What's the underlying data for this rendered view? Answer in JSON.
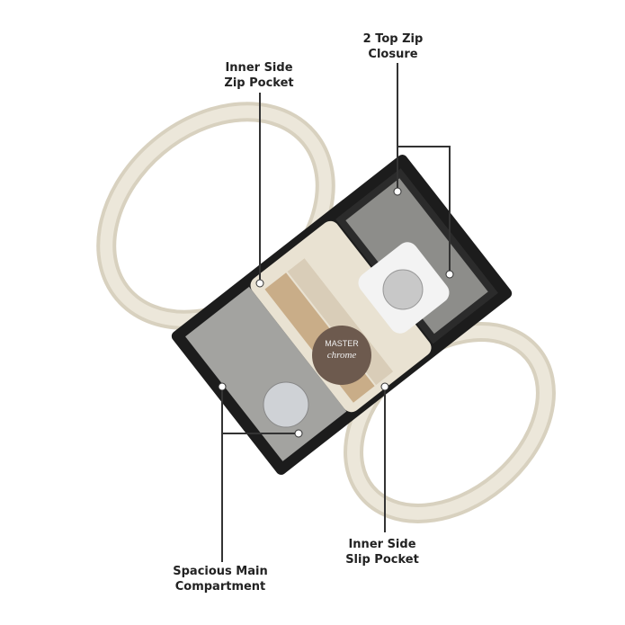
{
  "callouts": {
    "top_zip": {
      "line1": "2 Top Zip",
      "line2": "Closure"
    },
    "inner_zip": {
      "line1": "Inner Side",
      "line2": "Zip Pocket"
    },
    "inner_slip": {
      "line1": "Inner Side",
      "line2": "Slip Pocket"
    },
    "main_compartment": {
      "line1": "Spacious Main",
      "line2": "Compartment"
    }
  },
  "product_text": {
    "compact_brand": "MASTER",
    "compact_sub": "chrome"
  },
  "colors": {
    "bag": "#1c1c1c",
    "handle": "#e6e0d0",
    "lining": "#9a9a98",
    "leader": "#333333"
  }
}
